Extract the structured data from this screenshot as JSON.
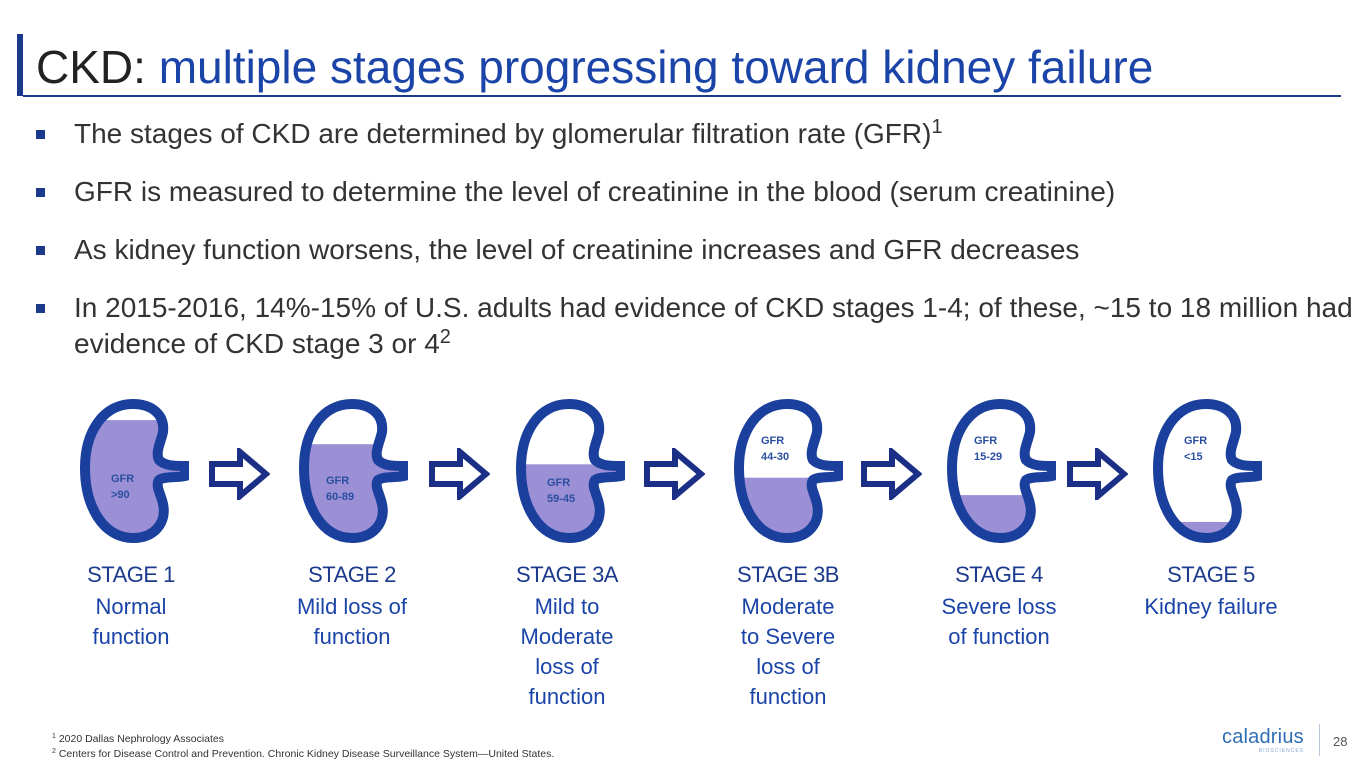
{
  "slide": {
    "title_prefix": "CKD:",
    "title_rest": "multiple stages progressing toward kidney failure",
    "bullets": [
      {
        "text": "The stages of CKD are determined by glomerular filtration rate (GFR)",
        "sup": "1"
      },
      {
        "text": "GFR is measured to determine the level of creatinine in the blood (serum creatinine)",
        "sup": ""
      },
      {
        "text": "As kidney function worsens, the level of creatinine increases and GFR decreases",
        "sup": ""
      },
      {
        "text": "In 2015-2016, 14%-15% of U.S. adults had evidence of CKD stages 1-4; of these, ~15 to 18 million had evidence of CKD stage 3 or 4",
        "sup": "2"
      }
    ],
    "kidneys": [
      {
        "gfr_label": "GFR",
        "gfr_value": ">90",
        "fill_level": 0.88
      },
      {
        "gfr_label": "GFR",
        "gfr_value": "60-89",
        "fill_level": 0.7
      },
      {
        "gfr_label": "GFR",
        "gfr_value": "59-45",
        "fill_level": 0.55
      },
      {
        "gfr_label": "GFR",
        "gfr_value": "44-30",
        "fill_level": 0.45
      },
      {
        "gfr_label": "GFR",
        "gfr_value": "15-29",
        "fill_level": 0.32
      },
      {
        "gfr_label": "GFR",
        "gfr_value": "<15",
        "fill_level": 0.12
      }
    ],
    "stages": [
      {
        "name": "STAGE 1",
        "desc": [
          "Normal",
          "function"
        ]
      },
      {
        "name": "STAGE 2",
        "desc": [
          "Mild loss of",
          "function"
        ]
      },
      {
        "name": "STAGE 3A",
        "desc": [
          "Mild to",
          "Moderate",
          "loss of",
          "function"
        ]
      },
      {
        "name": "STAGE 3B",
        "desc": [
          "Moderate",
          "to Severe",
          "loss of",
          "function"
        ]
      },
      {
        "name": "STAGE 4",
        "desc": [
          "Severe loss",
          "of function"
        ]
      },
      {
        "name": "STAGE 5",
        "desc": [
          "Kidney failure"
        ]
      }
    ],
    "footnotes": [
      {
        "num": "1",
        "text": "2020 Dallas Nephrology Associates"
      },
      {
        "num": "2",
        "text": "Centers for Disease Control and Prevention. Chronic Kidney Disease Surveillance System—United States."
      }
    ],
    "logo": {
      "word": "caladrius",
      "sub": "BIOSCIENCES"
    },
    "page_number": "28",
    "colors": {
      "accent": "#1b3a8c",
      "title_blue": "#1b44a8",
      "kidney_outline": "#1a3f9c",
      "kidney_fill": "#9b8fd6",
      "gfr_text": "#2b4fa0"
    },
    "icons": {
      "arrow": "outline-right-arrow-icon",
      "kidney": "kidney-icon"
    }
  }
}
